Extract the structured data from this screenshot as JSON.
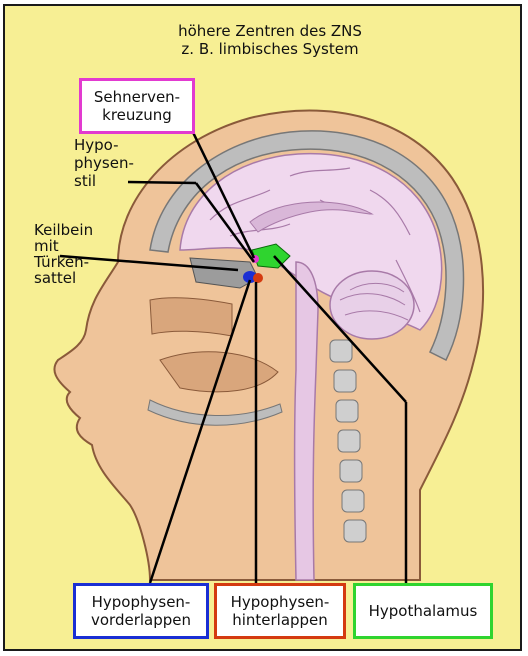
{
  "top_caption": "höhere Zentren des ZNS\nz. B. limbisches System",
  "labels": {
    "sehnervenkreuzung": "Sehnerven-\nkreuzung",
    "hypophysenstil": "Hypo-\nphysen-\nstil",
    "keilbein": "Keilbein\nmit\nTürken-\nsattel",
    "vorderlappen": "Hypophysen-\nvorderlappen",
    "hinterlappen": "Hypophysen-\nhinterlappen",
    "hypothalamus": "Hypothalamus"
  },
  "colors": {
    "background": "#f7ef94",
    "skin": "#efc49a",
    "skin_dark": "#d9a67c",
    "bone": "#bdbdbd",
    "brain": "#f0d8ee",
    "brain_line": "#a87aa8",
    "magenta_box": "#e23ad0",
    "blue_box": "#1a2fd4",
    "red_box": "#d43a10",
    "green_box": "#2fd42f"
  }
}
